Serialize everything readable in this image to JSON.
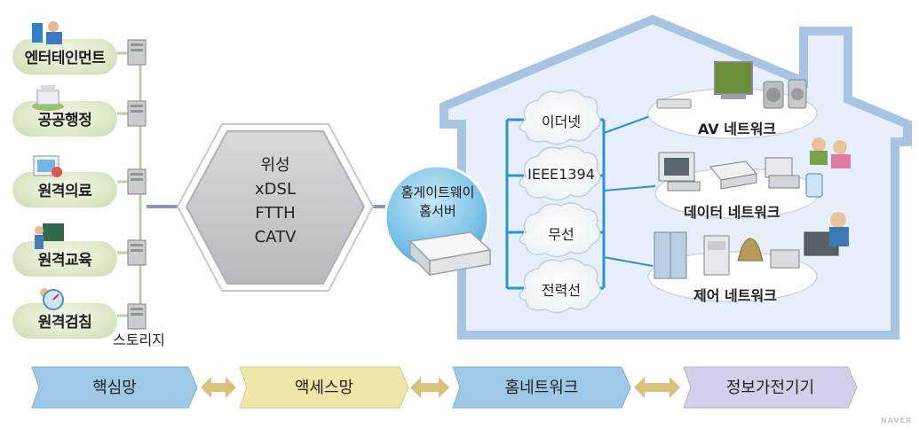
{
  "services": [
    {
      "label": "엔터테인먼트",
      "icon": "person-at-computer-icon"
    },
    {
      "label": "공공행정",
      "icon": "government-building-icon"
    },
    {
      "label": "원격의료",
      "icon": "medical-monitor-icon"
    },
    {
      "label": "원격교육",
      "icon": "teacher-blackboard-icon"
    },
    {
      "label": "원격검침",
      "icon": "meter-gauge-icon"
    }
  ],
  "storage_label": "스토리지",
  "access_hex": {
    "lines": [
      "위성",
      "xDSL",
      "FTTH",
      "CATV"
    ]
  },
  "gateway": {
    "line1": "홈게이트웨이",
    "line2": "홈서버"
  },
  "media": [
    "이더넷",
    "IEEE1394",
    "무선",
    "전력선"
  ],
  "networks": [
    {
      "label": "AV 네트워크",
      "icon": "av-equipment-icon"
    },
    {
      "label": "데이터 네트워크",
      "icon": "computer-printer-icon"
    },
    {
      "label": "제어 네트워크",
      "icon": "home-appliances-icon"
    }
  ],
  "flow": [
    "핵심망",
    "액세스망",
    "홈네트워크",
    "정보가전기기"
  ],
  "watermark": "NAVER",
  "colors": {
    "house_fill": "#e6f0fa",
    "house_stroke": "#a9c6e6",
    "link_line": "#8b91c9",
    "pill_green": "#dde9c8",
    "flow_blue": "#9fcbe9",
    "flow_yellow": "#f1e7a8",
    "flow_lavender": "#d3d1ea",
    "double_arrow": "#d9c27a"
  }
}
